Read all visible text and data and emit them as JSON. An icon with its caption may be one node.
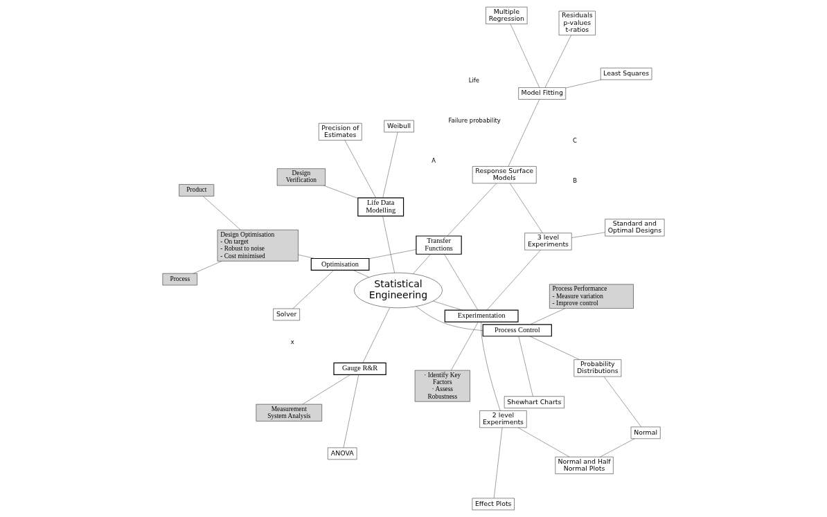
{
  "diagram": {
    "nodes": [
      {
        "text": [
          "Statistical Engineering"
        ]
      },
      {
        "text": [
          "Experimentation"
        ]
      },
      {
        "text": [
          "Transfer Functions"
        ]
      },
      {
        "text": [
          "Optimisation"
        ]
      },
      {
        "text": [
          "Process Control"
        ]
      },
      {
        "text": [
          "Life Data Modelling"
        ]
      },
      {
        "text": [
          "Gauge R&R"
        ]
      },
      {
        "text": [
          "2 level Experiments"
        ]
      },
      {
        "text": [
          "Effect Plots"
        ]
      },
      {
        "text": [
          "Normal and Half Normal Plots"
        ]
      },
      {
        "text": [
          "· Identify Key Factors",
          "· Assess Robustness"
        ]
      },
      {
        "text": [
          "Standard and Optimal Designs"
        ]
      },
      {
        "text": [
          "3 level Experiments"
        ]
      },
      {
        "text": [
          "Response Surface Models"
        ]
      },
      {
        "text": [
          "Model Fitting"
        ]
      },
      {
        "text": [
          "Residuals p-values t-ratios"
        ]
      },
      {
        "text": [
          "Least Squares"
        ]
      },
      {
        "text": [
          "Multiple Regression"
        ]
      },
      {
        "text": [
          "Process"
        ]
      },
      {
        "text": [
          "Product"
        ]
      },
      {
        "text": [
          "Design Optimisation",
          "- On target",
          "- Robust to noise",
          "- Cost minimised"
        ]
      },
      {
        "text": [
          "Solver"
        ]
      },
      {
        "text": [
          "Normal"
        ]
      },
      {
        "text": [
          "Probability Distributions"
        ]
      },
      {
        "text": [
          "Process Performance",
          "- Measure variation",
          "- Improve control"
        ]
      },
      {
        "text": [
          "Shewhart Charts"
        ]
      },
      {
        "text": [
          "Weibull"
        ]
      },
      {
        "text": [
          "Precision of Estimates"
        ]
      },
      {
        "text": [
          "Design Verification"
        ]
      },
      {
        "text": [
          "ANOVA"
        ]
      },
      {
        "text": [
          "Measurement System Analysis"
        ]
      }
    ],
    "edges": [
      {
        "from": 0,
        "to": 1,
        "arrow": "none"
      },
      {
        "from": 0,
        "to": 2,
        "arrow": "none"
      },
      {
        "from": 0,
        "to": 3,
        "arrow": "none"
      },
      {
        "from": 0,
        "to": 4,
        "arrow": "none"
      },
      {
        "from": 0,
        "to": 5,
        "arrow": "none"
      },
      {
        "from": 0,
        "to": 6,
        "arrow": "none"
      },
      {
        "from": 1,
        "to": 2,
        "arrow": "none"
      },
      {
        "from": 1,
        "to": 7,
        "arrow": "none"
      },
      {
        "from": 1,
        "to": 10,
        "arrow": "none"
      },
      {
        "from": 1,
        "to": 12,
        "arrow": "none"
      },
      {
        "from": 7,
        "to": 8,
        "arrow": "none"
      },
      {
        "from": 7,
        "to": 9,
        "arrow": "none"
      },
      {
        "from": 9,
        "to": 22,
        "arrow": "none"
      },
      {
        "from": 22,
        "to": 23,
        "arrow": "none"
      },
      {
        "from": 23,
        "to": 4,
        "arrow": "none"
      },
      {
        "from": 12,
        "to": 11,
        "arrow": "none"
      },
      {
        "from": 12,
        "to": 13,
        "arrow": "none"
      },
      {
        "from": 2,
        "to": 13,
        "arrow": "none"
      },
      {
        "from": 13,
        "to": 14,
        "arrow": "none"
      },
      {
        "from": 14,
        "to": 15,
        "arrow": "none"
      },
      {
        "from": 14,
        "to": 16,
        "arrow": "none"
      },
      {
        "from": 14,
        "to": 17,
        "arrow": "none"
      },
      {
        "from": 2,
        "to": 3,
        "arrow": "none"
      },
      {
        "from": 3,
        "to": 20,
        "arrow": "none"
      },
      {
        "from": 20,
        "to": 18,
        "arrow": "none"
      },
      {
        "from": 20,
        "to": 19,
        "arrow": "none"
      },
      {
        "from": 3,
        "to": 21,
        "arrow": "none"
      },
      {
        "from": 4,
        "to": 24,
        "arrow": "none"
      },
      {
        "from": 4,
        "to": 25,
        "arrow": "none"
      },
      {
        "from": 5,
        "to": 26,
        "arrow": "none"
      },
      {
        "from": 5,
        "to": 27,
        "arrow": "none"
      },
      {
        "from": 5,
        "to": 28,
        "arrow": "none"
      },
      {
        "from": 6,
        "to": 29,
        "arrow": "none"
      },
      {
        "from": 6,
        "to": 30,
        "arrow": "none"
      }
    ],
    "labels": [
      "A",
      "B",
      "C",
      "x",
      "Failure probability",
      "Life"
    ]
  }
}
